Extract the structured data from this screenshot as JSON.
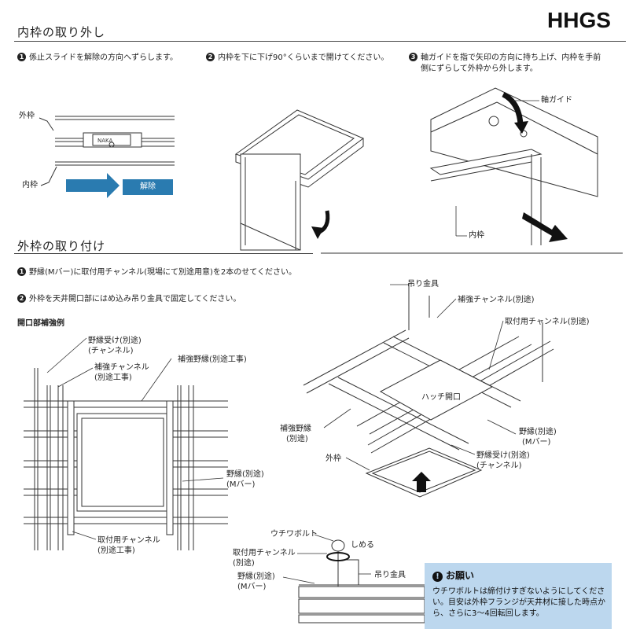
{
  "brand": "HHGS",
  "section_remove": {
    "title": "内枠の取り外し",
    "step1": {
      "num": "1",
      "text": "係止スライドを解除の方向へずらします。"
    },
    "step2": {
      "num": "2",
      "text": "内枠を下に下げ90°くらいまで開けてください。"
    },
    "step3": {
      "num": "3",
      "text_line1": "軸ガイドを指で矢印の方向に持ち上げ、内枠を手前",
      "text_line2": "側にずらして外枠から外します。"
    },
    "labels": {
      "outer_frame": "外枠",
      "inner_frame": "内枠",
      "release": "解除",
      "axis_guide": "軸ガイド",
      "inner_frame_3": "内枠",
      "slide_logo": "NAKA"
    }
  },
  "section_attach": {
    "title": "外枠の取り付け",
    "step1": {
      "num": "1",
      "text": "野縁(Mバー)に取付用チャンネル(現場にて別途用意)を2本のせてください。"
    },
    "step2": {
      "num": "2",
      "text": "外枠を天井開口部にはめ込み吊り金具で固定してください。"
    },
    "reinforce_title": "開口部補強例",
    "plan_labels": {
      "noe_uke": "野縁受け(別途)",
      "noe_uke_sub": "(チャンネル)",
      "hokyo_channel": "補強チャンネル",
      "hokyo_channel_sub": "(別途工事)",
      "hokyo_noe": "補強野縁(別途工事)",
      "noe": "野縁(別途)",
      "noe_sub": "(Mバー)",
      "toritsuke": "取付用チャンネル",
      "toritsuke_sub": "(別途工事)"
    },
    "iso_labels": {
      "tsuri": "吊り金具",
      "hokyo_channel": "補強チャンネル(別途)",
      "toritsuke": "取付用チャンネル(別途)",
      "hatch": "ハッチ開口",
      "hokyo_noe": "補強野縁",
      "hokyo_noe_sub": "(別途)",
      "noe": "野縁(別途)",
      "noe_sub": "(Mバー)",
      "noe_uke": "野縁受け(別途)",
      "noe_uke_sub": "(チャンネル)",
      "outer_frame": "外枠"
    },
    "detail_labels": {
      "wing_bolt": "ウチワボルト",
      "tighten": "しめる",
      "toritsuke": "取付用チャンネル",
      "toritsuke_sub": "(別途)",
      "noe": "野縁(別途)",
      "noe_sub": "(Mバー)",
      "tsuri": "吊り金具"
    }
  },
  "notice": {
    "title": "お願い",
    "icon": "!",
    "body": "ウチワボルトは締付けすぎないようにしてください。目安は外枠フランジが天井材に接した時点から、さらに3～4回転回します。"
  },
  "colors": {
    "accent_blue": "#2a7bb0",
    "notice_bg": "#bcd7ee",
    "line": "#333333"
  }
}
